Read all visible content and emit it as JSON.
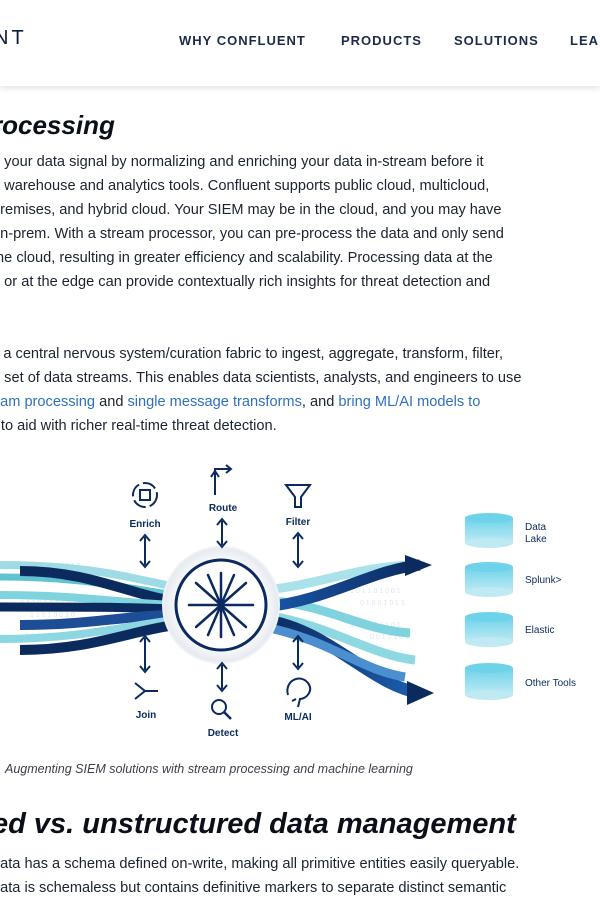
{
  "header": {
    "logo_text": "NT",
    "nav": [
      "WHY CONFLUENT",
      "PRODUCTS",
      "SOLUTIONS",
      "LEA"
    ]
  },
  "section1": {
    "title": "rocessing",
    "para1": [
      "e your data signal by normalizing and enriching your data in-stream before it",
      "a warehouse and analytics tools. Confluent supports public cloud, multicloud,",
      "premises, and hybrid cloud. Your SIEM may be in the cloud, and you may have",
      "on-prem. With a stream processor, you can pre-process the data and only send",
      "the cloud, resulting in greater efficiency and scalability. Processing data at the",
      "n or at the edge can provide contextually rich insights for threat detection and"
    ],
    "para2": {
      "line1": "s a central nervous system/curation fabric to ingest, aggregate, transform, filter,",
      "line2": "d set of data streams. This enables data scientists, analysts, and engineers to use",
      "line3_link1": "eam processing",
      "line3_and1": " and ",
      "line3_link2": "single message transforms",
      "line3_and2": ", and ",
      "line3_link3": "bring ML/AI models to",
      "line4": "r to aid with richer real-time threat detection."
    }
  },
  "diagram": {
    "nodes": {
      "enrich": "Enrich",
      "route": "Route",
      "filter": "Filter",
      "join": "Join",
      "detect": "Detect",
      "mlai": "ML/AI"
    },
    "destinations": [
      "Data Lake",
      "Splunk>",
      "Elastic",
      "Other Tools"
    ],
    "colors": {
      "navy": "#0b2a5e",
      "teal": "#7fd3df",
      "cyan": "#6ed3ea",
      "light_cyan": "#cdeef5"
    }
  },
  "caption": "Augmenting SIEM solutions with stream processing and machine learning",
  "section2": {
    "title": "ed vs. unstructured data management",
    "lines": [
      "data has a schema defined on-write, making all primitive entities easily queryable.",
      "data is schemaless but contains definitive markers to separate distinct semantic"
    ]
  }
}
